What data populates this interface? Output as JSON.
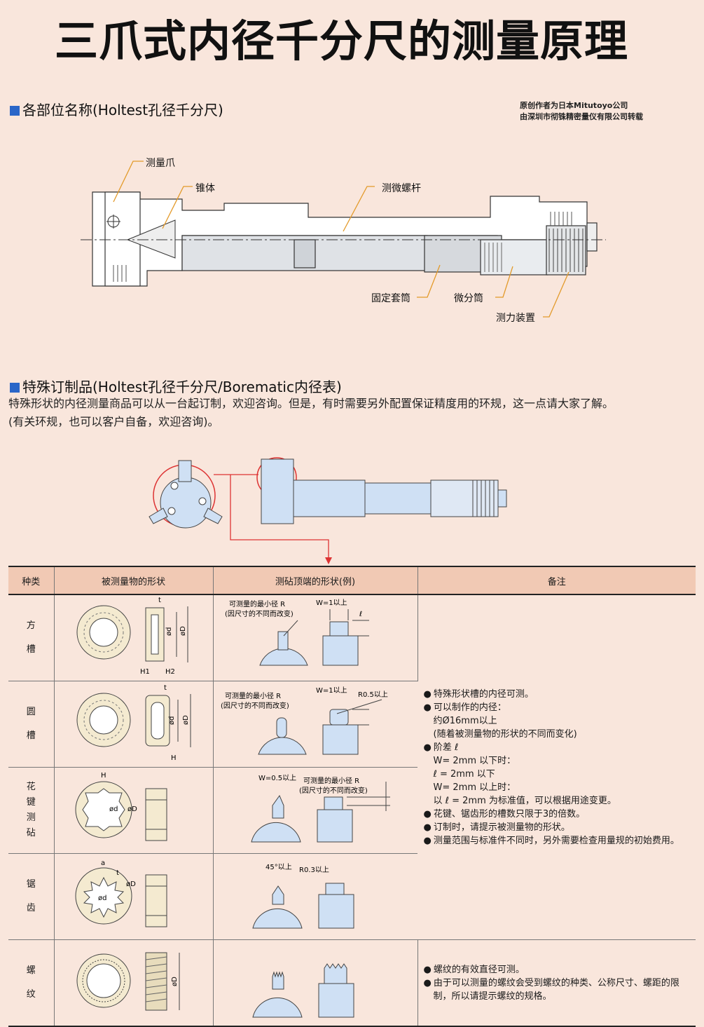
{
  "title": "三爪式内径千分尺的测量原理",
  "section1": {
    "title": "各部位名称(Holtest孔径千分尺)"
  },
  "credit": {
    "line1": "原创作者为日本Mitutoyo公司",
    "line2": "由深圳市彻铢精密量仪有限公司转载"
  },
  "parts": {
    "jaw": "测量爪",
    "cone": "锥体",
    "spindle": "测微螺杆",
    "sleeve": "固定套筒",
    "thimble": "微分筒",
    "ratchet": "测力装置"
  },
  "section2": {
    "title": "特殊订制品(Holtest孔径千分尺/Borematic内径表)",
    "line1": "特殊形状的内径测量商品可以从一台起订制，欢迎咨询。但是，有时需要另外配置保证精度用的环规，这一点请大家了解。",
    "line2": "(有关环规，也可以客户自备，欢迎咨询)。"
  },
  "table": {
    "headers": [
      "种类",
      "被测量物的形状",
      "测砧顶端的形状(例)",
      "备注"
    ],
    "rows": [
      {
        "kind": [
          "方",
          "槽"
        ]
      },
      {
        "kind": [
          "圆",
          "槽"
        ]
      },
      {
        "kind": [
          "花",
          "键",
          "测",
          "砧"
        ]
      },
      {
        "kind": [
          "锯",
          "齿"
        ]
      },
      {
        "kind": [
          "螺",
          "纹"
        ]
      }
    ],
    "notes1": [
      "特殊形状槽的内径可测。",
      "可以制作的内径：",
      "约Ø16mm以上",
      "(随着被测量物的形状的不同而变化)",
      "阶差 ℓ",
      "W= 2mm 以下时：",
      "ℓ = 2mm 以下",
      "W= 2mm 以上时：",
      "以 ℓ = 2mm 为标准值，可以根据用途变更。",
      "花键、锯齿形的槽数只限于3的倍数。",
      "订制时，请提示被测量物的形状。",
      "测量范围与标准件不同时，另外需要检查用量规的初始费用。"
    ],
    "notes2": [
      "螺纹的有效直径可测。",
      "由于可以测量的螺纹会受到螺纹的种类、公称尺寸、螺距的限",
      "制，所以请提示螺纹的规格。"
    ]
  },
  "diagram_labels": {
    "min_r": "可测量的最小径 R",
    "min_r_note": "(因尺寸的不同而改变)",
    "w1": "W=1以上",
    "w05": "W=0.5以上",
    "r05": "R0.5以上",
    "r03": "R0.3以上",
    "deg45": "45°以上",
    "h1": "H1",
    "h2": "H2",
    "h": "H",
    "od": "ød",
    "oD": "øD",
    "t": "t",
    "l": "ℓ",
    "a": "a"
  }
}
